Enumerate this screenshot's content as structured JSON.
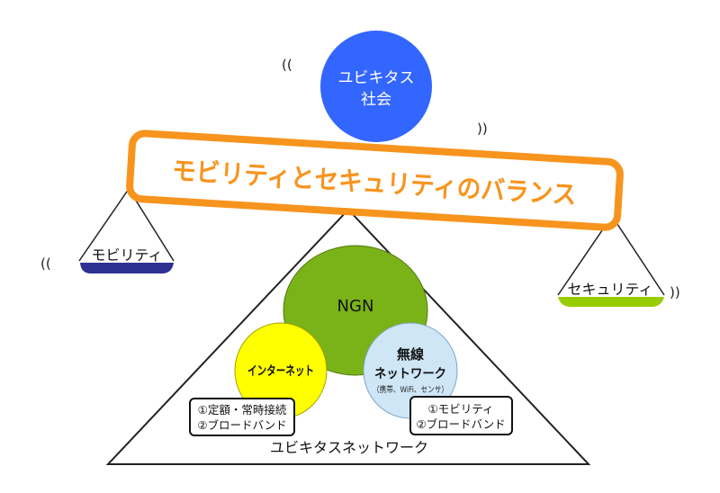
{
  "top_circle": {
    "line1": "ユビキタス",
    "line2": "社会"
  },
  "wave_marks": {
    "open": "((",
    "close": "))"
  },
  "balance_banner": "モビリティとセキュリティのバランス",
  "left_pan": {
    "label": "モビリティ"
  },
  "right_pan": {
    "label": "セキュリティ"
  },
  "ngn": {
    "label": "NGN"
  },
  "internet": {
    "label": "インターネット",
    "box_line1": "①定額・常時接続",
    "box_line2": "②ブロードバンド"
  },
  "wireless": {
    "line1": "無線",
    "line2": "ネットワーク",
    "line3": "（携帯、WiFi、センサ）",
    "box_line1": "①モビリティ",
    "box_line2": "②ブロードバンド"
  },
  "network_label": "ユビキタスネットワーク",
  "colors": {
    "top_circle": "#3366ff",
    "banner_border": "#f7941d",
    "ngn": "#7ab317",
    "internet": "#ffff00",
    "wireless": "#cfe6f7",
    "left_pan": "#2e3192",
    "right_pan": "#99cc00"
  }
}
